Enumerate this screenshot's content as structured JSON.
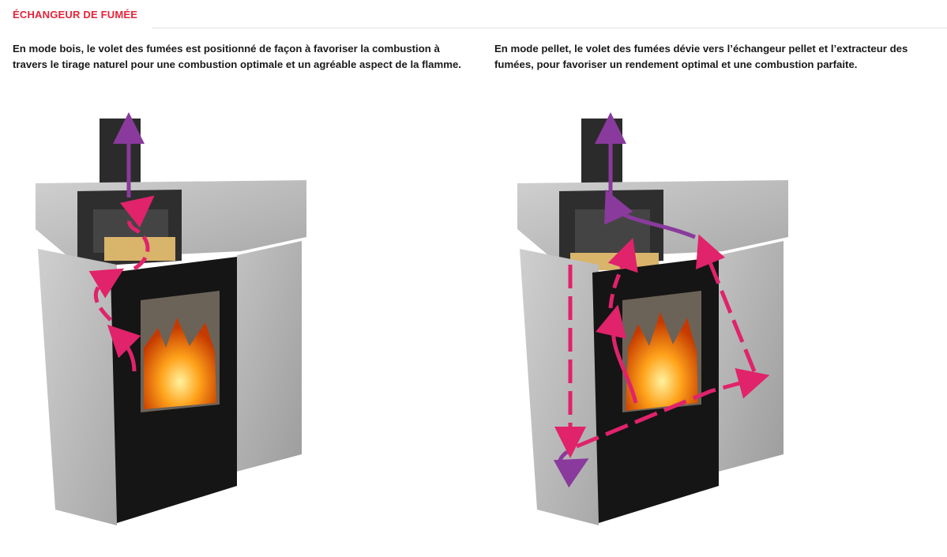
{
  "header": {
    "title": "ÉCHANGEUR DE FUMÉE"
  },
  "columns": [
    {
      "text": "En mode bois, le volet des fumées est positionné de façon à favoriser la combustion à travers le tirage naturel pour une combustion optimale et un agréable aspect de la flamme."
    },
    {
      "text": "En mode pellet, le volet des fumées dévie vers l’échangeur pellet et l’extracteur des fumées, pour favoriser un rendement optimal et une combustion parfaite."
    }
  ],
  "colors": {
    "accent": "#e5243b",
    "arrow_pink": "#e0236b",
    "arrow_purple": "#8a3a9c",
    "stone": "#b7b7b7",
    "glass": "#151515"
  }
}
